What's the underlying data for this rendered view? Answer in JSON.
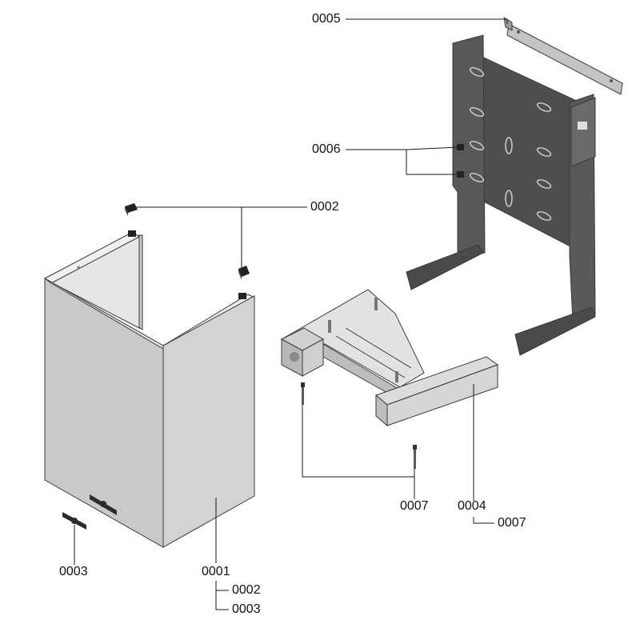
{
  "colors": {
    "panel_front": "#c9c9c9",
    "panel_side": "#d3d3d3",
    "panel_inner": "#e6e6e6",
    "panel_top_edge": "#f0f0f0",
    "bracket": "#4e4e4e",
    "bracket_dark": "#3a3a3a",
    "base_light": "#e2e2e2",
    "base_mid": "#bdbdbd",
    "strip": "#c4c4c4",
    "line": "#1a1a1a"
  },
  "callouts": {
    "p0001": "0001",
    "p0001_sub1": "0002",
    "p0001_sub2": "0003",
    "p0002": "0002",
    "p0003": "0003",
    "p0004": "0004",
    "p0004_sub1": "0007",
    "p0005": "0005",
    "p0006": "0006",
    "p0007": "0007"
  }
}
